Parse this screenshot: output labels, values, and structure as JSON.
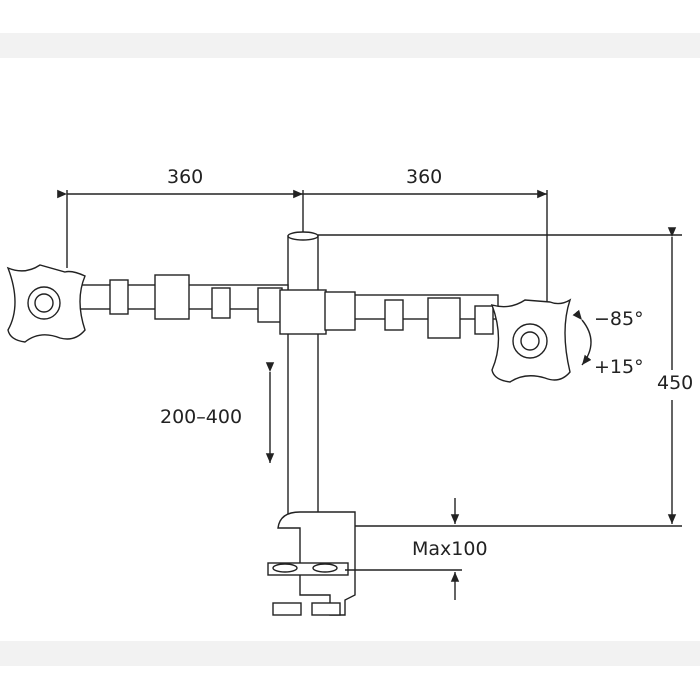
{
  "dimensions": {
    "left_arm_span": "360",
    "right_arm_span": "360",
    "total_height": "450",
    "height_adjust": "200–400",
    "clamp_max": "Max100",
    "tilt_up": "−85°",
    "tilt_down": "+15°"
  }
}
